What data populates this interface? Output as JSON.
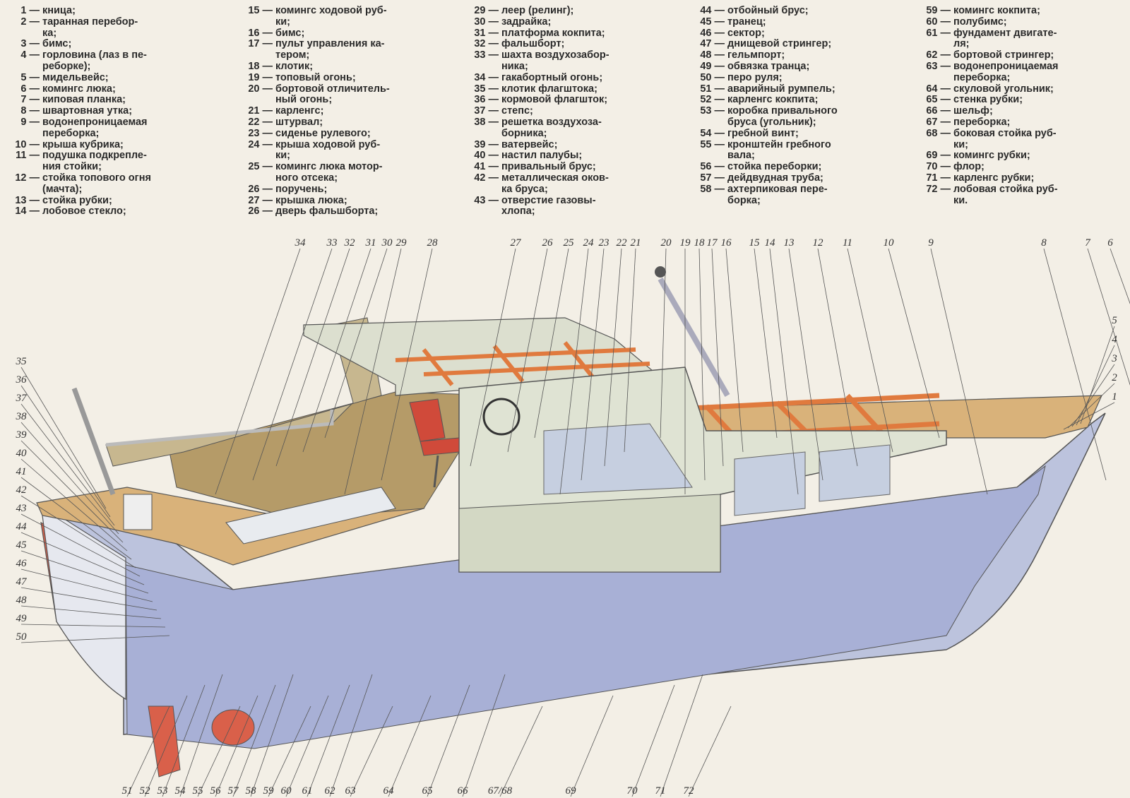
{
  "legend": {
    "columns": [
      {
        "items": [
          {
            "num": "1",
            "text": "кница;"
          },
          {
            "num": "2",
            "text": "таранная перебор-\nка;"
          },
          {
            "num": "3",
            "text": "бимс;"
          },
          {
            "num": "4",
            "text": "горловина (лаз в пе-\nреборке);"
          },
          {
            "num": "5",
            "text": "мидельвейс;"
          },
          {
            "num": "6",
            "text": "комингс люка;"
          },
          {
            "num": "7",
            "text": "киповая планка;"
          },
          {
            "num": "8",
            "text": "швартовная утка;"
          },
          {
            "num": "9",
            "text": "водонепроницаемая\nпереборка;"
          },
          {
            "num": "10",
            "text": "крыша кубрика;"
          },
          {
            "num": "11",
            "text": "подушка подкрепле-\nния стойки;"
          },
          {
            "num": "12",
            "text": "стойка топового огня\n(мачта);"
          },
          {
            "num": "13",
            "text": "стойка рубки;"
          },
          {
            "num": "14",
            "text": "лобовое стекло;"
          }
        ]
      },
      {
        "items": [
          {
            "num": "15",
            "text": "комингс ходовой руб-\nки;"
          },
          {
            "num": "16",
            "text": "бимс;"
          },
          {
            "num": "17",
            "text": "пульт управления ка-\nтером;"
          },
          {
            "num": "18",
            "text": "клотик;"
          },
          {
            "num": "19",
            "text": "топовый огонь;"
          },
          {
            "num": "20",
            "text": "бортовой отличитель-\nный огонь;"
          },
          {
            "num": "21",
            "text": "карленгс;"
          },
          {
            "num": "22",
            "text": "штурвал;"
          },
          {
            "num": "23",
            "text": "сиденье рулевого;"
          },
          {
            "num": "24",
            "text": "крыша ходовой руб-\nки;"
          },
          {
            "num": "25",
            "text": "комингс люка мотор-\nного отсека;"
          },
          {
            "num": "26",
            "text": "поручень;"
          },
          {
            "num": "27",
            "text": "крышка люка;"
          },
          {
            "num": "26",
            "text": "дверь фальшборта;"
          }
        ]
      },
      {
        "items": [
          {
            "num": "29",
            "text": "леер (релинг);"
          },
          {
            "num": "30",
            "text": "задрайка;"
          },
          {
            "num": "31",
            "text": "платформа кокпита;"
          },
          {
            "num": "32",
            "text": "фальшборт;"
          },
          {
            "num": "33",
            "text": "шахта воздухозабор-\nника;"
          },
          {
            "num": "34",
            "text": "гакабортный огонь;"
          },
          {
            "num": "35",
            "text": "клотик флагштока;"
          },
          {
            "num": "36",
            "text": "кормовой флагшток;"
          },
          {
            "num": "37",
            "text": "степс;"
          },
          {
            "num": "38",
            "text": "решетка воздухоза-\nборника;"
          },
          {
            "num": "39",
            "text": "ватервейс;"
          },
          {
            "num": "40",
            "text": "настил палубы;"
          },
          {
            "num": "41",
            "text": "привальный брус;"
          },
          {
            "num": "42",
            "text": "металлическая оков-\nка бруса;"
          },
          {
            "num": "43",
            "text": "отверстие газовы-\nхлопа;"
          }
        ]
      },
      {
        "items": [
          {
            "num": "44",
            "text": "отбойный брус;"
          },
          {
            "num": "45",
            "text": "транец;"
          },
          {
            "num": "46",
            "text": "сектор;"
          },
          {
            "num": "47",
            "text": "днищевой стрингер;"
          },
          {
            "num": "48",
            "text": "гельмпорт;"
          },
          {
            "num": "49",
            "text": "обвязка транца;"
          },
          {
            "num": "50",
            "text": "перо руля;"
          },
          {
            "num": "51",
            "text": "аварийный румпель;"
          },
          {
            "num": "52",
            "text": "карленгс кокпита;"
          },
          {
            "num": "53",
            "text": "коробка привального\nбруса (угольник);"
          },
          {
            "num": "54",
            "text": "гребной винт;"
          },
          {
            "num": "55",
            "text": "кронштейн гребного\nвала;"
          },
          {
            "num": "56",
            "text": "стойка переборки;"
          },
          {
            "num": "57",
            "text": "дейдвудная труба;"
          },
          {
            "num": "58",
            "text": "ахтерпиковая пере-\nборка;"
          }
        ]
      },
      {
        "items": [
          {
            "num": "59",
            "text": "комингс кокпита;"
          },
          {
            "num": "60",
            "text": "полубимс;"
          },
          {
            "num": "61",
            "text": "фундамент двигате-\nля;"
          },
          {
            "num": "62",
            "text": "бортовой стрингер;"
          },
          {
            "num": "63",
            "text": "водонепроницаемая\nпереборка;"
          },
          {
            "num": "64",
            "text": "скуловой угольник;"
          },
          {
            "num": "65",
            "text": "стенка рубки;"
          },
          {
            "num": "66",
            "text": "шельф;"
          },
          {
            "num": "67",
            "text": "переборка;"
          },
          {
            "num": "68",
            "text": "боковая стойка руб-\nки;"
          },
          {
            "num": "69",
            "text": "комингс рубки;"
          },
          {
            "num": "70",
            "text": "флор;"
          },
          {
            "num": "71",
            "text": "карленгс рубки;"
          },
          {
            "num": "72",
            "text": "лобовая стойка руб-\nки."
          }
        ]
      }
    ]
  },
  "callouts": {
    "top": [
      "34",
      "33",
      "32",
      "31",
      "30",
      "29",
      "28",
      "27",
      "26",
      "25",
      "24",
      "23",
      "22",
      "21",
      "20",
      "19",
      "18",
      "17",
      "16",
      "15",
      "14",
      "13",
      "12",
      "11",
      "10",
      "9",
      "8",
      "7",
      "6"
    ],
    "right": [
      "5",
      "4",
      "3",
      "2",
      "1"
    ],
    "left": [
      "35",
      "36",
      "37",
      "38",
      "39",
      "40",
      "41",
      "42",
      "43",
      "44",
      "45",
      "46",
      "47",
      "48",
      "49",
      "50"
    ],
    "bottom": [
      "51",
      "52",
      "53",
      "54",
      "55",
      "56",
      "57",
      "58",
      "59",
      "60",
      "61",
      "62",
      "63",
      "64",
      "65",
      "66",
      "67/68",
      "69",
      "70",
      "71",
      "72"
    ]
  },
  "colors": {
    "hull": "#bcc3dd",
    "bottom_paint": "#d9604a",
    "deck_wood": "#d9b27a",
    "cabin": "#dfe3d3",
    "frames": "#e07a3e",
    "floor": "#b59b68"
  }
}
